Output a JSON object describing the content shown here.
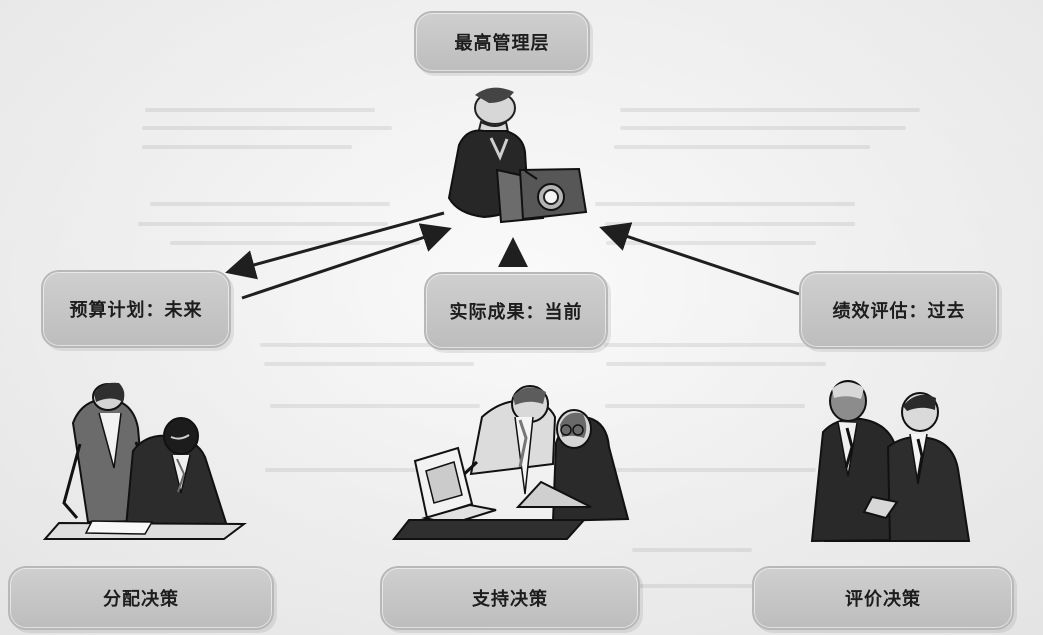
{
  "diagram": {
    "top_node": "最高管理层",
    "middle_nodes": [
      "预算计划：未来",
      "实际成果：当前",
      "绩效评估：过去"
    ],
    "bottom_nodes": [
      "分配决策",
      "支持决策",
      "评价决策"
    ]
  },
  "colors": {
    "box_fill": "#c7c7c7",
    "box_border": "#b8b8b8",
    "arrow": "#1f1f1f",
    "figure_dark": "#222222",
    "figure_mid": "#5b5b5b",
    "figure_light": "#d7d7d7"
  },
  "icons": [
    "manager-at-podium-illustration",
    "two-people-at-table-illustration",
    "team-at-computer-illustration",
    "handshake-illustration"
  ]
}
